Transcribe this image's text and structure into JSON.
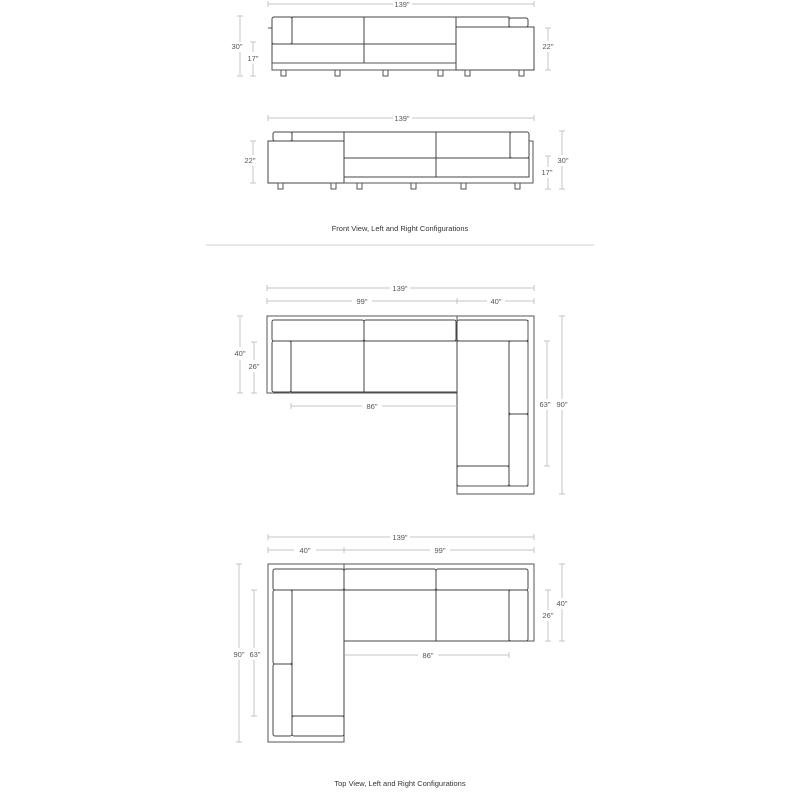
{
  "front_view": {
    "left_config": {
      "overall_width": "139\"",
      "overall_height": "30\"",
      "seat_height": "17\"",
      "chaise_height": "22\""
    },
    "right_config": {
      "overall_width": "139\"",
      "overall_height": "30\"",
      "seat_height": "17\"",
      "chaise_height": "22\""
    },
    "caption": "Front View, Left and Right Configurations"
  },
  "top_view": {
    "left_config": {
      "overall_width": "139\"",
      "sofa_width": "99\"",
      "chaise_width": "40\"",
      "sofa_depth": "40\"",
      "seat_depth": "26\"",
      "seat_width": "86\"",
      "chaise_seat_length": "63\"",
      "chaise_length": "90\""
    },
    "right_config": {
      "overall_width": "139\"",
      "chaise_width": "40\"",
      "sofa_width": "99\"",
      "sofa_depth": "40\"",
      "seat_depth": "26\"",
      "seat_width": "86\"",
      "chaise_seat_length": "63\"",
      "chaise_length": "90\""
    },
    "caption": "Top View, Left and Right Configurations"
  }
}
